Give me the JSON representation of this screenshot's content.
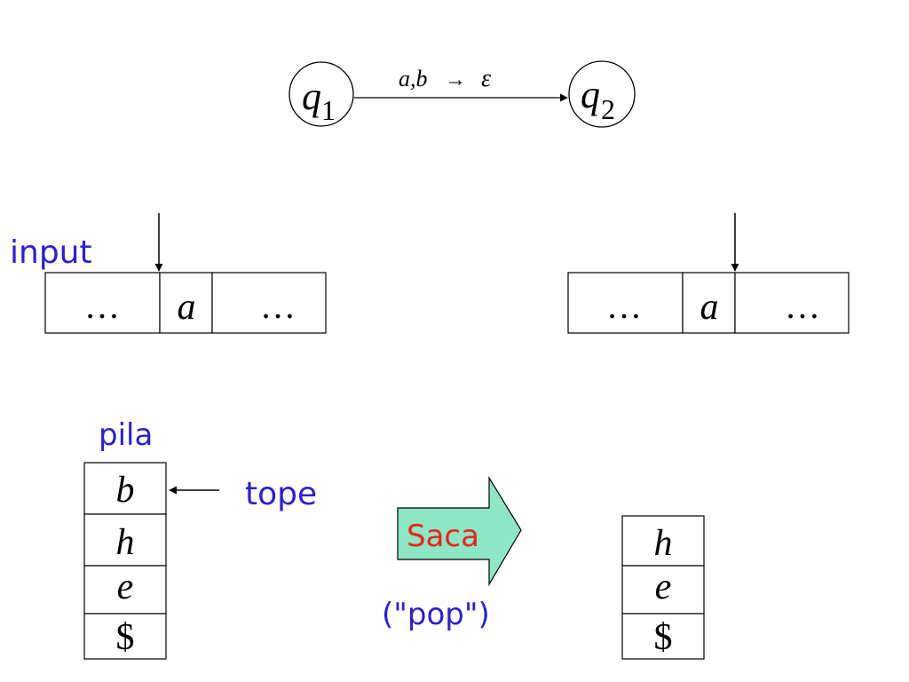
{
  "automaton": {
    "state_from": {
      "base": "q",
      "sub": "1"
    },
    "state_to": {
      "base": "q",
      "sub": "2"
    },
    "transition": {
      "read": "a,b",
      "arrow": "→",
      "push": "ε"
    }
  },
  "labels": {
    "input": "input",
    "pila": "pila",
    "tope": "tope",
    "saca": "Saca",
    "pop": "(\"pop\")"
  },
  "tape_before": [
    "…",
    "a",
    "…"
  ],
  "tape_after": [
    "…",
    "a",
    "…"
  ],
  "stack_before": [
    "b",
    "h",
    "e",
    "$"
  ],
  "stack_after": [
    "h",
    "e",
    "$"
  ],
  "colors": {
    "label_blue": "#2b22c9",
    "saca_red": "#e8231f",
    "arrow_fill": "#8ee6c4"
  }
}
